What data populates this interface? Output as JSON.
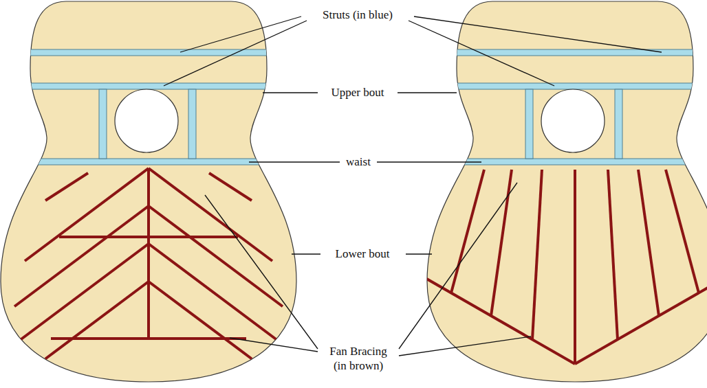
{
  "diagram": {
    "labels": [
      "Struts (in blue)",
      "Upper bout",
      "waist",
      "Lower bout",
      "Fan Bracing (in brown)"
    ]
  }
}
